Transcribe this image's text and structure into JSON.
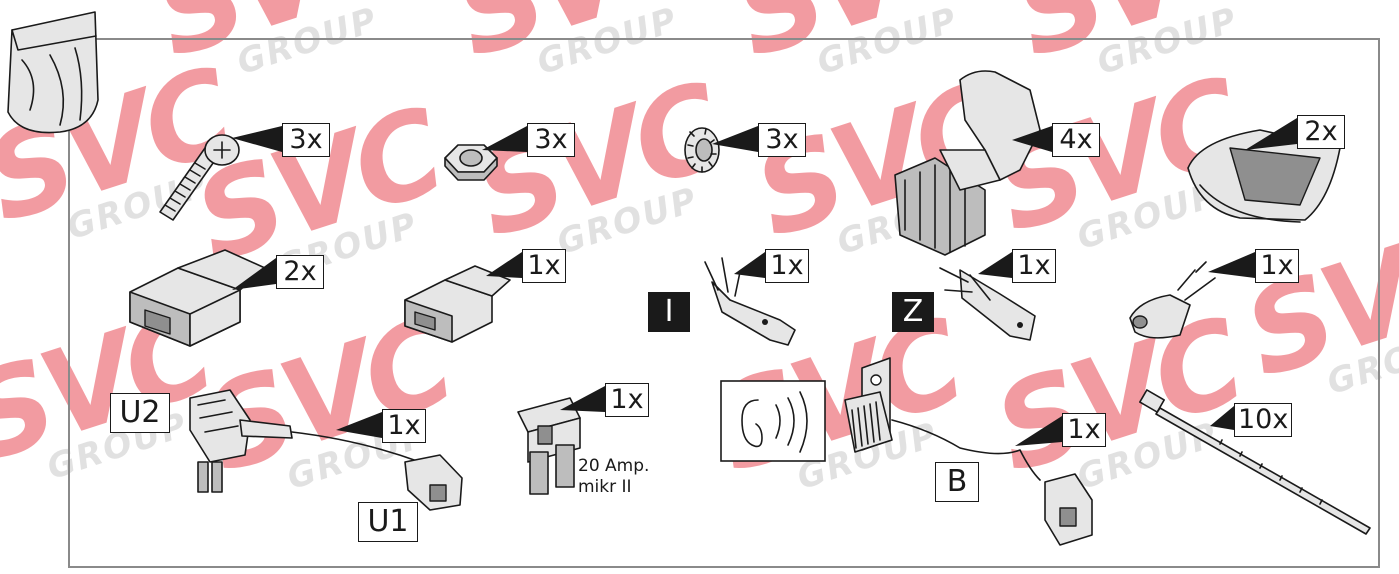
{
  "quantities": {
    "screw": "3x",
    "nut": "3x",
    "washer": "3x",
    "clip": "4x",
    "pad": "2x",
    "connector_large": "2x",
    "connector_small": "1x",
    "terminal_i": "1x",
    "terminal_z": "1x",
    "terminal_small": "1x",
    "wire_adapter": "1x",
    "fuse": "1x",
    "buzzer": "1x",
    "cable_tie": "10x"
  },
  "labels": {
    "terminal_i": "I",
    "terminal_z": "Z",
    "adapter_u2": "U2",
    "adapter_u1": "U1",
    "buzzer_b": "B"
  },
  "fuse_note": "20 Amp.\nmikr II",
  "watermark": {
    "brand": "SVC",
    "sub": "GROUP"
  },
  "colors": {
    "watermark_red": "#e94b55",
    "frame_gray": "#8a8a8a"
  }
}
